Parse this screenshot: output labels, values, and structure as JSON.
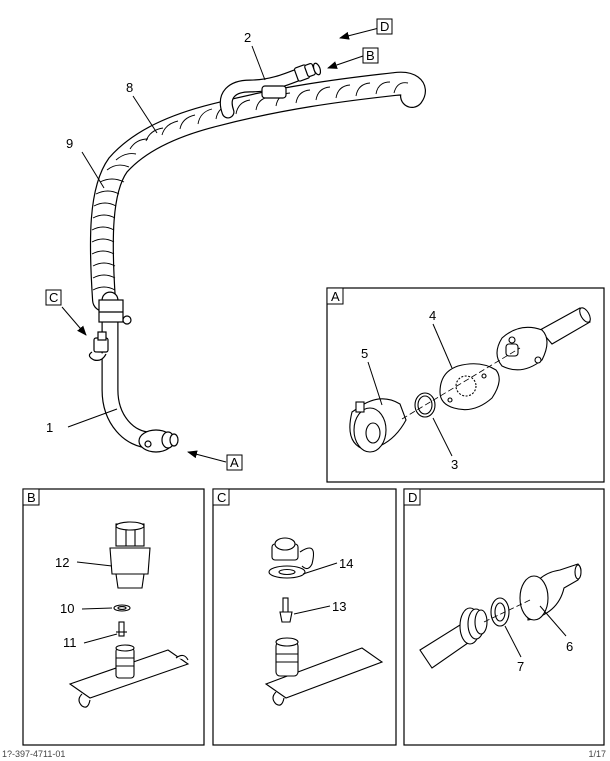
{
  "callouts": {
    "c1": "1",
    "c2": "2",
    "c3": "3",
    "c4": "4",
    "c5": "5",
    "c6": "6",
    "c7": "7",
    "c8": "8",
    "c9": "9",
    "c10": "10",
    "c11": "11",
    "c12": "12",
    "c13": "13",
    "c14": "14"
  },
  "view_labels": {
    "A": "A",
    "B": "B",
    "C": "C",
    "D": "D"
  },
  "footer": {
    "left": "1?-397-4711-01",
    "right": "1/17"
  }
}
